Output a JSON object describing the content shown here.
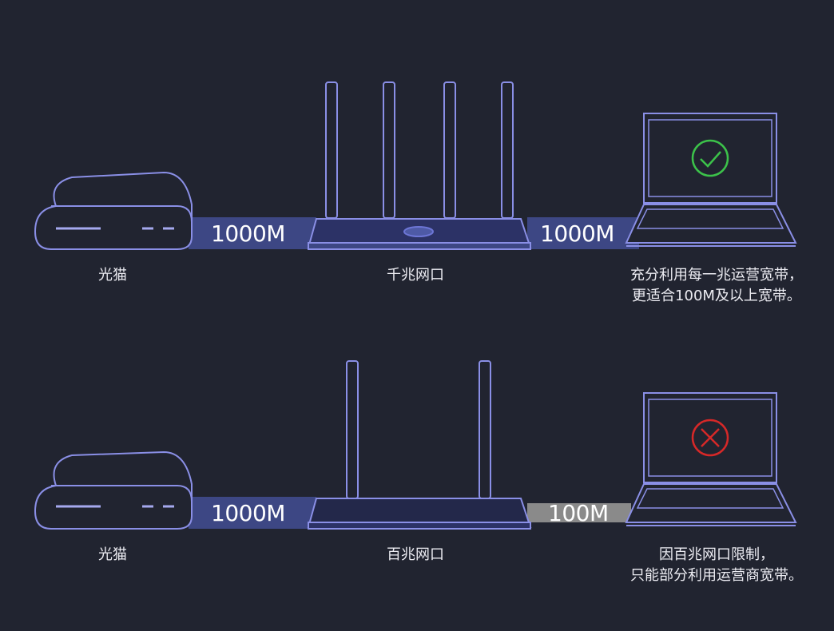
{
  "rows": [
    {
      "modem_label": "光猫",
      "link1_speed": "1000M",
      "link2_speed": "1000M",
      "router_label": "千兆网口",
      "result_icon": "check-circle-icon",
      "result_color": "#3cc24a",
      "desc_line1": "充分利用每一兆运营宽带，",
      "desc_line2": "更适合100M及以上宽带。"
    },
    {
      "modem_label": "光猫",
      "link1_speed": "1000M",
      "link2_speed": "100M",
      "router_label": "百兆网口",
      "result_icon": "cross-circle-icon",
      "result_color": "#d62828",
      "desc_line1": "因百兆网口限制，",
      "desc_line2": "只能部分利用运营商宽带。"
    }
  ],
  "colors": {
    "background": "#212430",
    "outline": "#8a8fe6",
    "band_gigabit": "#3d4784",
    "band_fast": "#8a8a8a"
  }
}
